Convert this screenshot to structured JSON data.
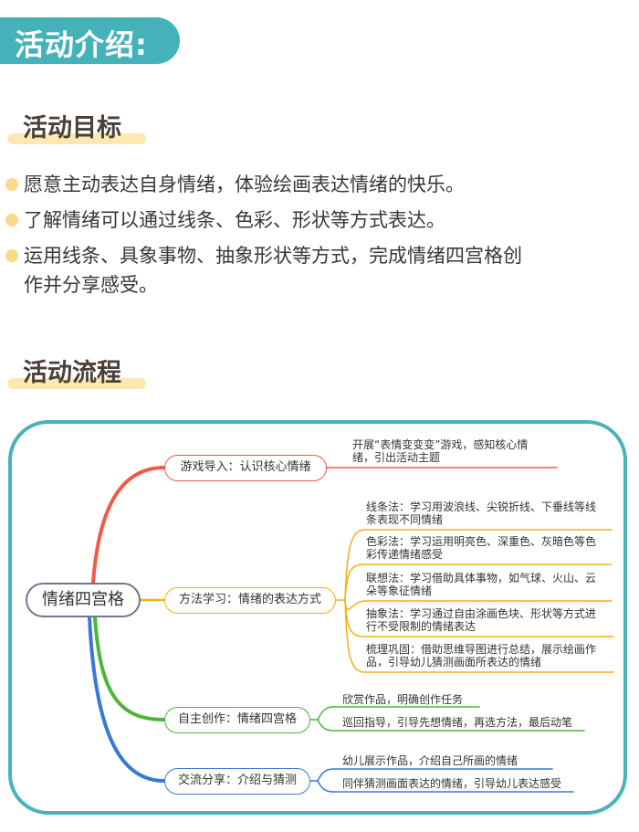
{
  "header": {
    "title": "活动介绍:"
  },
  "goals_section": {
    "title": "活动目标",
    "items": [
      "愿意主动表达自身情绪，体验绘画表达情绪的快乐。",
      "了解情绪可以通过线条、色彩、形状等方式表达。",
      "运用线条、具象事物、抽象形状等方式，完成情绪四宫格创作并分享感受。"
    ]
  },
  "flow_section": {
    "title": "活动流程",
    "mindmap": {
      "root": "情绪四宫格",
      "branches": [
        {
          "label": "游戏导入：认识核心情绪",
          "color": "#f15a47",
          "children": [
            "开展“表情变变变”游戏，感知核心情绪，引出活动主题"
          ]
        },
        {
          "label": "方法学习：情绪的表达方式",
          "color": "#f5b114",
          "children": [
            "线条法：学习用波浪线、尖锐折线、下垂线等线条表现不同情绪",
            "色彩法：学习运用明亮色、深重色、灰暗色等色彩传递情绪感受",
            "联想法：学习借助具体事物，如气球、火山、云朵等象征情绪",
            "抽象法：学习通过自由涂画色块、形状等方式进行不受限制的情绪表达",
            "梳理巩固：借助思维导图进行总结，展示绘画作品，引导幼儿猜测画面所表达的情绪"
          ]
        },
        {
          "label": "自主创作：情绪四宫格",
          "color": "#4cb53a",
          "children": [
            "欣赏作品，明确创作任务",
            "巡回指导，引导先想情绪，再选方法，最后动笔"
          ]
        },
        {
          "label": "交流分享：介绍与猜测",
          "color": "#3a78d6",
          "children": [
            "幼儿展示作品，介绍自己所画的情绪",
            "同伴猜测画面表达的情绪，引导幼儿表达感受"
          ]
        }
      ]
    }
  },
  "colors": {
    "teal": "#45b1b8",
    "highlight": "#fce8b0",
    "bullet": "#fbd98a",
    "root_border": "#6e7a8c"
  },
  "display": {
    "b0c0_l1": "开展“表情变变变”游戏，感知核心情",
    "b0c0_l2": "绪，引出活动主题",
    "b1c0_l1": "线条法：学习用波浪线、尖锐折线、下垂线等线",
    "b1c0_l2": "条表现不同情绪",
    "b1c1_l1": "色彩法：学习运用明亮色、深重色、灰暗色等色",
    "b1c1_l2": "彩传递情绪感受",
    "b1c2_l1": "联想法：学习借助具体事物，如气球、火山、云",
    "b1c2_l2": "朵等象征情绪",
    "b1c3_l1": "抽象法：学习通过自由涂画色块、形状等方式进",
    "b1c3_l2": "行不受限制的情绪表达",
    "b1c4_l1": "梳理巩固：借助思维导图进行总结，展示绘画作",
    "b1c4_l2": "品，引导幼儿猜测画面所表达的情绪",
    "goal3_l1": "运用线条、具象事物、抽象形状等方式，完成情绪四宫格创",
    "goal3_l2": "作并分享感受。"
  }
}
